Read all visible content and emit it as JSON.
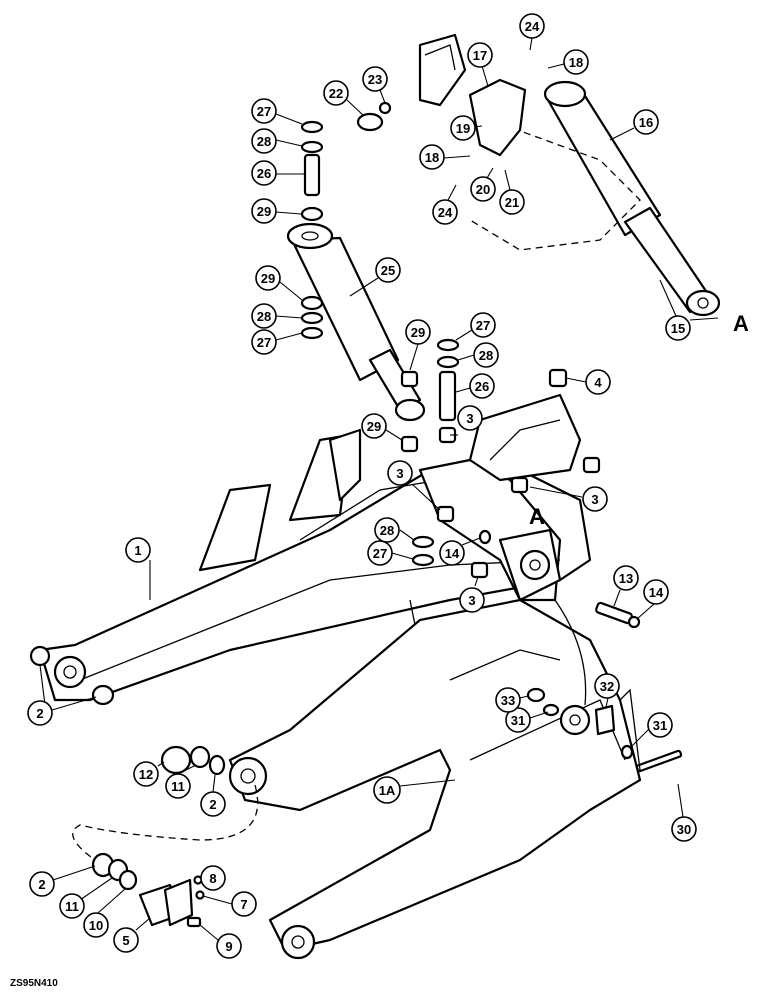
{
  "callouts": [
    {
      "id": "c1",
      "text": "1"
    },
    {
      "id": "c1a",
      "text": "1A"
    },
    {
      "id": "c2a",
      "text": "2"
    },
    {
      "id": "c2b",
      "text": "2"
    },
    {
      "id": "c2c",
      "text": "2"
    },
    {
      "id": "c3a",
      "text": "3"
    },
    {
      "id": "c3b",
      "text": "3"
    },
    {
      "id": "c3c",
      "text": "3"
    },
    {
      "id": "c3d",
      "text": "3"
    },
    {
      "id": "c4",
      "text": "4"
    },
    {
      "id": "c5",
      "text": "5"
    },
    {
      "id": "c7",
      "text": "7"
    },
    {
      "id": "c8",
      "text": "8"
    },
    {
      "id": "c9",
      "text": "9"
    },
    {
      "id": "c10",
      "text": "10"
    },
    {
      "id": "c11a",
      "text": "11"
    },
    {
      "id": "c11b",
      "text": "11"
    },
    {
      "id": "c12",
      "text": "12"
    },
    {
      "id": "c13",
      "text": "13"
    },
    {
      "id": "c14a",
      "text": "14"
    },
    {
      "id": "c14b",
      "text": "14"
    },
    {
      "id": "c15",
      "text": "15"
    },
    {
      "id": "c16",
      "text": "16"
    },
    {
      "id": "c17",
      "text": "17"
    },
    {
      "id": "c18a",
      "text": "18"
    },
    {
      "id": "c18b",
      "text": "18"
    },
    {
      "id": "c19",
      "text": "19"
    },
    {
      "id": "c20",
      "text": "20"
    },
    {
      "id": "c21",
      "text": "21"
    },
    {
      "id": "c22",
      "text": "22"
    },
    {
      "id": "c23",
      "text": "23"
    },
    {
      "id": "c24a",
      "text": "24"
    },
    {
      "id": "c24b",
      "text": "24"
    },
    {
      "id": "c25",
      "text": "25"
    },
    {
      "id": "c26a",
      "text": "26"
    },
    {
      "id": "c26b",
      "text": "26"
    },
    {
      "id": "c27a",
      "text": "27"
    },
    {
      "id": "c27b",
      "text": "27"
    },
    {
      "id": "c27c",
      "text": "27"
    },
    {
      "id": "c27d",
      "text": "27"
    },
    {
      "id": "c28a",
      "text": "28"
    },
    {
      "id": "c28b",
      "text": "28"
    },
    {
      "id": "c28c",
      "text": "28"
    },
    {
      "id": "c28d",
      "text": "28"
    },
    {
      "id": "c29a",
      "text": "29"
    },
    {
      "id": "c29b",
      "text": "29"
    },
    {
      "id": "c29c",
      "text": "29"
    },
    {
      "id": "c29d",
      "text": "29"
    },
    {
      "id": "c30",
      "text": "30"
    },
    {
      "id": "c31a",
      "text": "31"
    },
    {
      "id": "c31b",
      "text": "31"
    },
    {
      "id": "c32",
      "text": "32"
    },
    {
      "id": "c33",
      "text": "33"
    }
  ],
  "reference_marks": {
    "a1": "A",
    "a2": "A"
  },
  "drawing_code": "ZS95N410"
}
